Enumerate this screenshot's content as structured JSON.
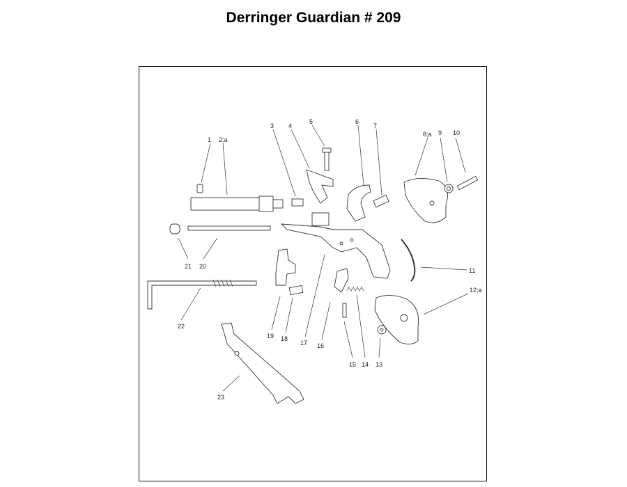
{
  "title": "Derringer Guardian # 209",
  "part_labels": [
    "1",
    "2;a",
    "3",
    "4",
    "5",
    "6",
    "7",
    "8;a",
    "9",
    "10",
    "11",
    "12;a",
    "13",
    "14",
    "15",
    "16",
    "17",
    "18",
    "19",
    "20",
    "21",
    "22",
    "23"
  ]
}
